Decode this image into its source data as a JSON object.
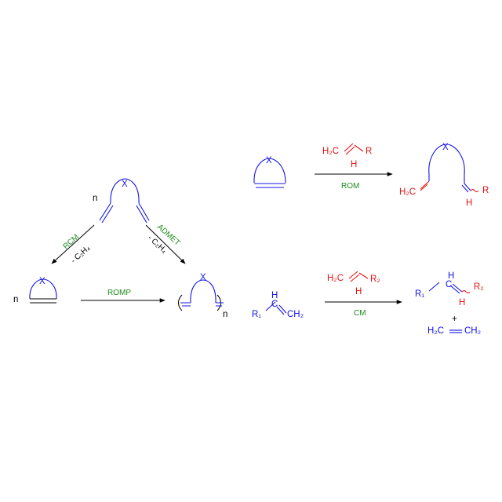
{
  "colors": {
    "blue": "#1414e6",
    "red": "#e61414",
    "green": "#1a8a1a",
    "black": "#000000"
  },
  "labels": {
    "x": "X",
    "n": "n",
    "h": "H",
    "plus": "+",
    "h2c": "H₂C",
    "ch2": "CH₂",
    "c": "C",
    "r": "R",
    "r1": "R₁",
    "r2": "R₂"
  },
  "reactions": {
    "rcm": {
      "name": "RCM",
      "byproduct": "- C₂H₄"
    },
    "admet": {
      "name": "ADMET",
      "byproduct": "- C₂H₄"
    },
    "romp": {
      "name": "ROMP"
    },
    "rom": {
      "name": "ROM"
    },
    "cm": {
      "name": "CM"
    }
  }
}
